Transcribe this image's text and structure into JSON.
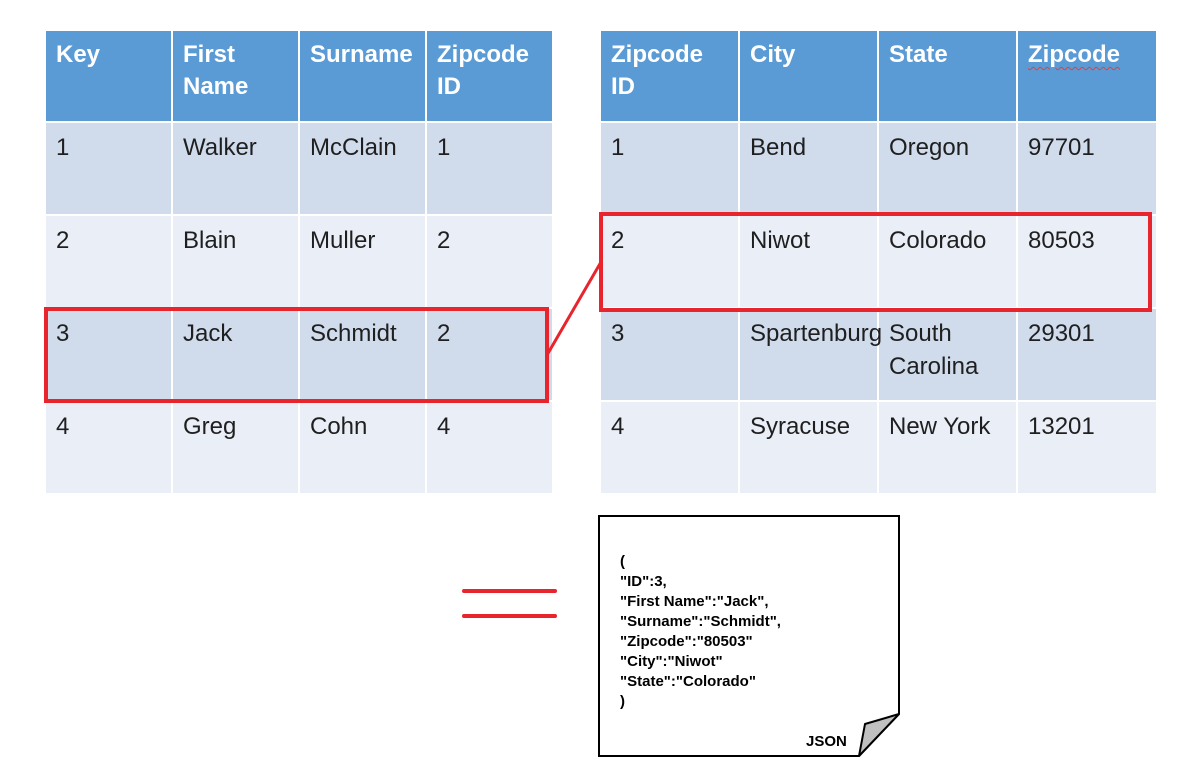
{
  "people_table": {
    "headers": [
      "Key",
      "First Name",
      "Surname",
      "Zipcode ID"
    ],
    "rows": [
      [
        "1",
        "Walker",
        "McClain",
        "1"
      ],
      [
        "2",
        "Blain",
        "Muller",
        "2"
      ],
      [
        "3",
        "Jack",
        "Schmidt",
        "2"
      ],
      [
        "4",
        "Greg",
        "Cohn",
        "4"
      ]
    ]
  },
  "zipcode_table": {
    "headers": [
      "Zipcode ID",
      "City",
      "State",
      "Zipcode"
    ],
    "rows": [
      [
        "1",
        "Bend",
        "Oregon",
        "97701"
      ],
      [
        "2",
        "Niwot",
        "Colorado",
        "80503"
      ],
      [
        "3",
        "Spartenburg",
        "South Carolina",
        "29301"
      ],
      [
        "4",
        "Syracuse",
        "New York",
        "13201"
      ]
    ]
  },
  "json_document": {
    "lines": [
      "(",
      "\"ID\":3,",
      "\"First Name\":\"Jack\",",
      "\"Surname\":\"Schmidt\",",
      "\"Zipcode\":\"80503\"",
      "\"City\":\"Niwot\"",
      "\"State\":\"Colorado\"",
      ")"
    ],
    "label": "JSON"
  },
  "colors": {
    "header": "#5b9bd5",
    "row_odd": "#d0dbec",
    "row_even": "#e9eef7",
    "highlight": "#e8242c"
  }
}
